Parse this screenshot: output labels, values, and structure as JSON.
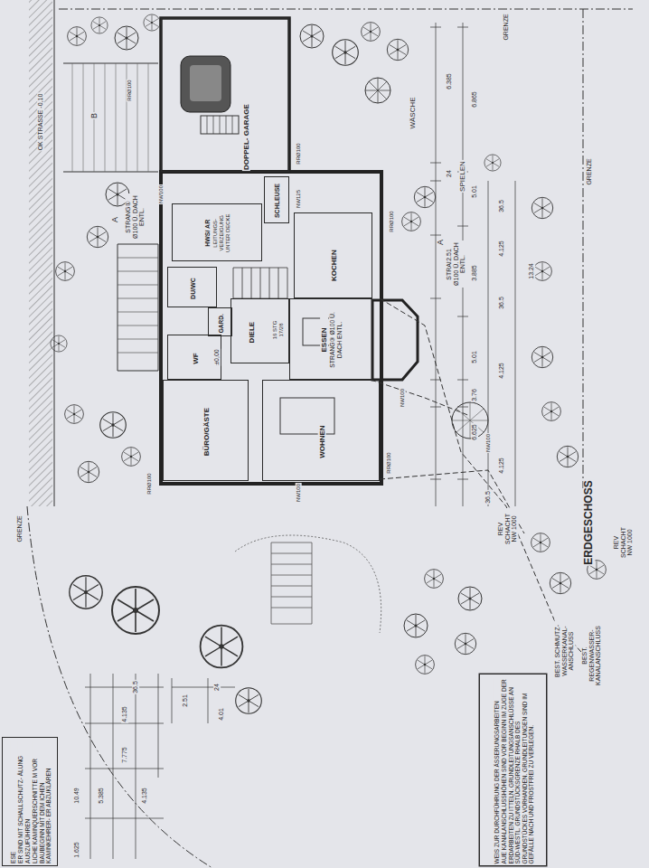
{
  "diagram": {
    "title": "ERDGESCHOSS",
    "nodes": [
      {
        "text": [
          "DOPPEL- GARAGE"
        ]
      },
      {
        "text": [
          "SCHLEUSE"
        ]
      },
      {
        "text": [
          "HWS/ AR",
          "LEITUNGS- VERZEIGUNG UNTER DECKE"
        ]
      },
      {
        "text": [
          "KOCHEN"
        ]
      },
      {
        "text": [
          "DU/WC"
        ]
      },
      {
        "text": [
          "GARD."
        ]
      },
      {
        "text": [
          "DIELE"
        ]
      },
      {
        "text": [
          "WF"
        ]
      },
      {
        "text": [
          "ESSEN",
          "STRANG③ Ø100 Ü. DACH ENTL."
        ]
      },
      {
        "text": [
          "BÜRO/GÄSTE"
        ]
      },
      {
        "text": [
          "WOHNEN"
        ]
      },
      {
        "text": [
          "ESE",
          "ER SIND MIT SCHALLSCHUTZ- ÄLUNG AUSZUFÜHREN",
          "LICHE KAMINQUERSCHNITTE M VOR BAUBEGINN MIT DEM ICHEN KAMINKEHRER- ER ABZUKLÄREN"
        ]
      },
      {
        "text": [
          "WEIS ZUR DURCHFÜHRUNG DER ÄSSERUNGSARBEITEN",
          "AUE KANALANSCHLUSSHÖHEN SIND VOR BEGINN IM ZUGE DER ERDARBEITEN ZU ITTELN. GRUNDLEITUNGSANSCHLÜSSE AN SÜD-WESTL. GRUNDSTÜCKSGRENZE RHALB DES GRUNDSTÜCKES VORHANDEN. GRUNDLEITUNGEN SIND IM GEFÄLLE NACH UND FROSTFREI ZU VERLEGEN."
        ]
      }
    ],
    "labels": [
      "GRENZE",
      "GRENZE",
      "GRENZE",
      "WÄSCHE",
      "SPIELEN",
      "REV SCHACHT NW 1000",
      "REV SCHACHT NW 1000",
      "BEST. SCHMUTZ-WASSERKANAL-ANSCHLUSS",
      "BEST. REGENWASSER-KANALANSCHLUSS",
      "STRANG② Ø100 Ü. DACH ENTL.",
      "STRANG① Ø100 Ü. DACH ENTL.",
      "OK STRASSE -0,10",
      "±0,00",
      "16 STG 17/28",
      "RRØ100",
      "RRØ100",
      "RRØ100",
      "RRØ100",
      "RRØ100",
      "NW100",
      "NW125",
      "NW100",
      "NW100",
      "NW100",
      "A",
      "A",
      "B",
      "6.385",
      "6.865",
      "24",
      "5.01",
      "2.51",
      "3.885",
      "4.125",
      "36.5",
      "13.24",
      "5.01",
      "36.5",
      "3.76",
      "4.125",
      "6.625",
      "4.125",
      "36.5",
      "10.49",
      "5.385",
      "7.775",
      "4.135",
      "4.135",
      "36.5",
      "2.51",
      "24",
      "4.01",
      "1.625"
    ]
  }
}
